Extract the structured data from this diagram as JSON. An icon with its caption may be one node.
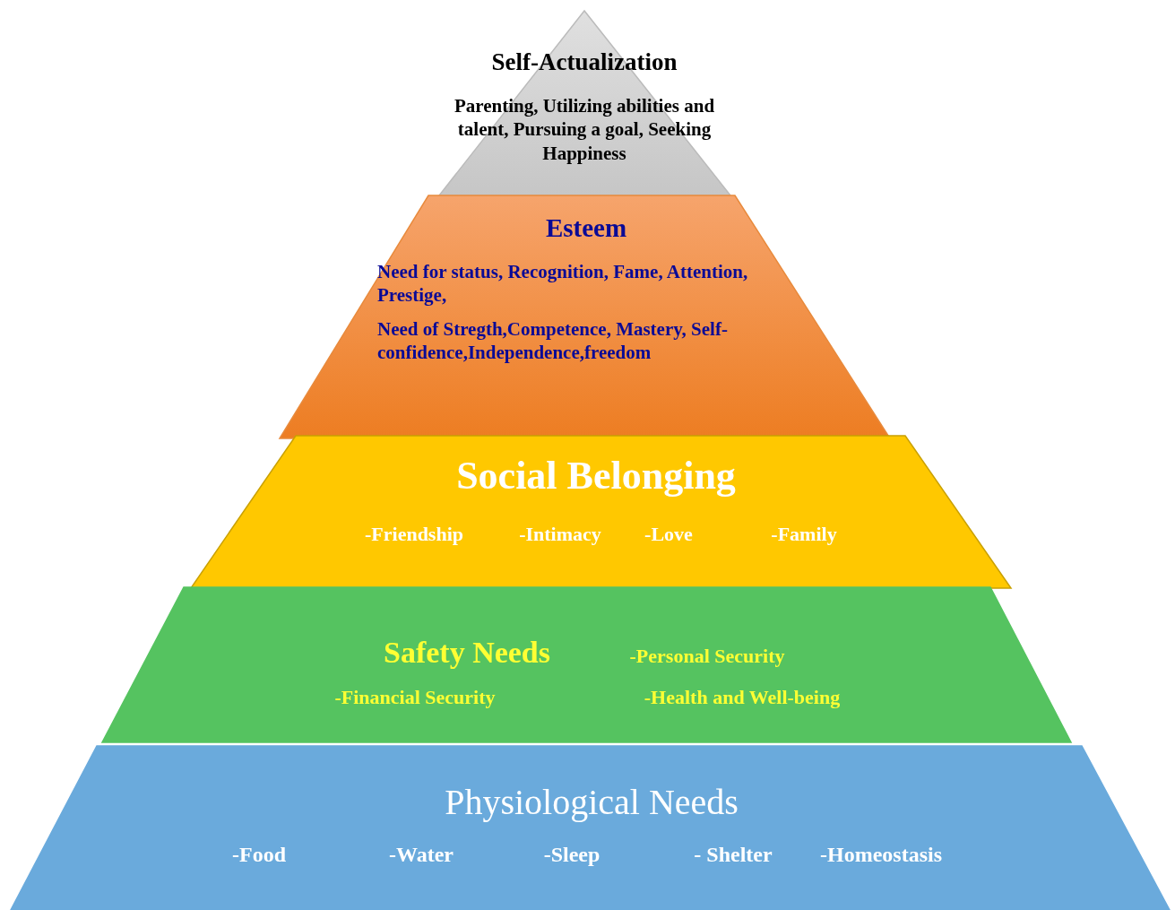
{
  "diagram": {
    "nodes": [
      {
        "text": [
          "Self-Actualization",
          "Parenting, Utilizing abilities and talent, Pursuing a goal, Seeking Happiness"
        ]
      },
      {
        "text": [
          "Esteem",
          "Need for status, Recognition, Fame, Attention, Prestige,",
          "Need of Stregth,Competence, Mastery, Self-confidence,Independence,freedom"
        ]
      },
      {
        "text": [
          "Social Belonging",
          "-Friendship",
          "-Intimacy",
          "-Love",
          "-Family"
        ]
      },
      {
        "text": [
          "Safety Needs",
          "-Personal Security",
          "-Financial Security",
          "-Health and Well-being"
        ]
      },
      {
        "text": [
          "Physiological Needs",
          "-Food",
          "-Water",
          "-Sleep",
          "- Shelter",
          "-Homeostasis"
        ]
      }
    ]
  }
}
